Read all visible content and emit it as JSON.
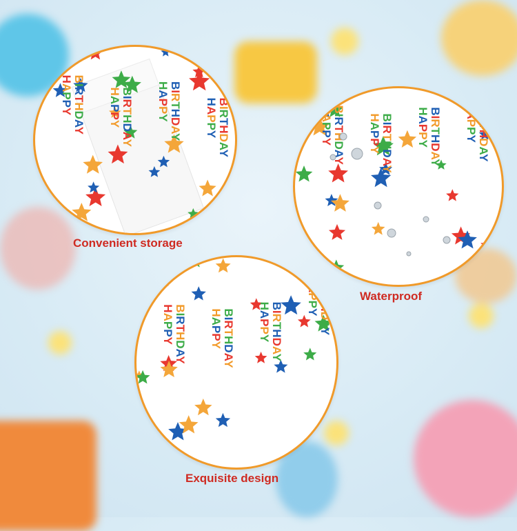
{
  "captions": {
    "storage": "Convenient storage",
    "waterproof": "Waterproof",
    "design": "Exquisite design"
  },
  "pattern": {
    "words": [
      "HAPPY",
      "BIRTHDAY"
    ],
    "letter_colors": [
      "#e8382f",
      "#f29b2b",
      "#3dac48",
      "#1f5fb4"
    ],
    "star_colors": [
      "#e8382f",
      "#1f5fb4",
      "#f4a63a",
      "#3dac48"
    ]
  },
  "colors": {
    "circle_border": "#f09a2a",
    "caption": "#cf2b22",
    "background": "#d8ebf5"
  }
}
